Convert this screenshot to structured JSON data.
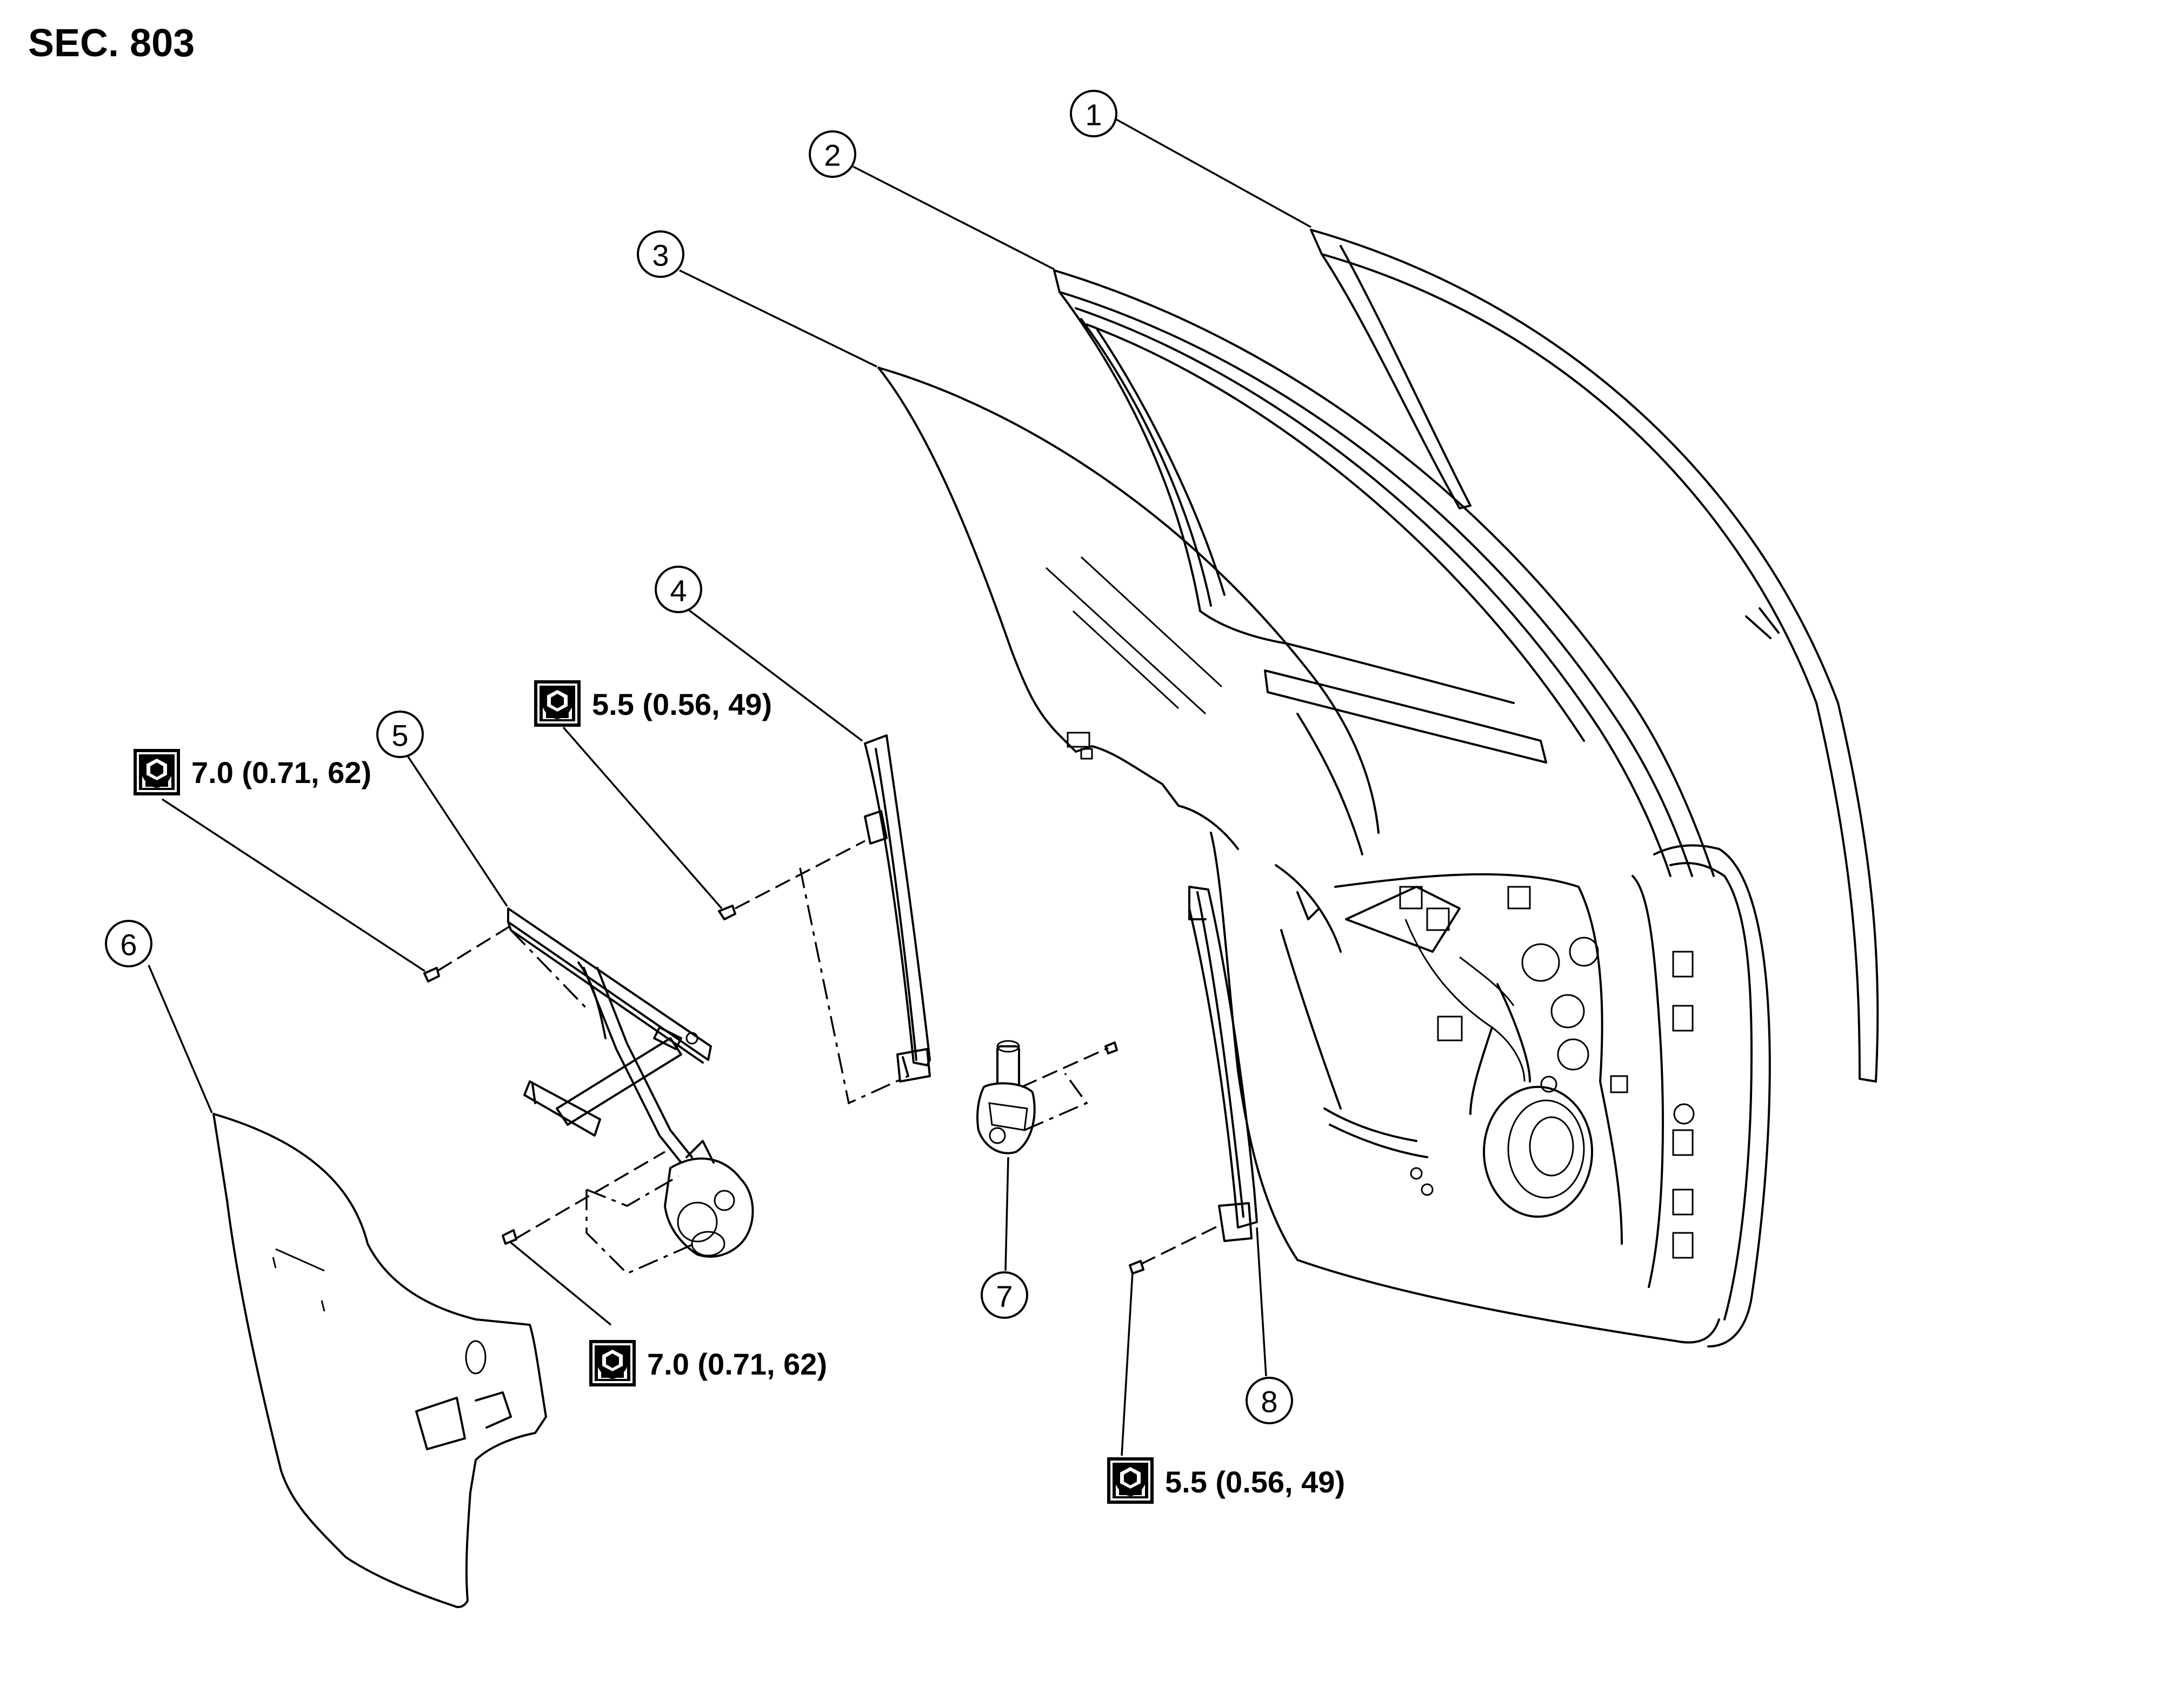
{
  "section": "SEC. 803",
  "callouts": [
    "1",
    "2",
    "3",
    "4",
    "5",
    "6",
    "7",
    "8"
  ],
  "torque_specs": [
    "5.5 (0.56, 49)",
    "7.0 (0.71, 62)",
    "7.0 (0.71, 62)",
    "5.5 (0.56, 49)"
  ],
  "torque_icon": "torque-wrench-icon"
}
